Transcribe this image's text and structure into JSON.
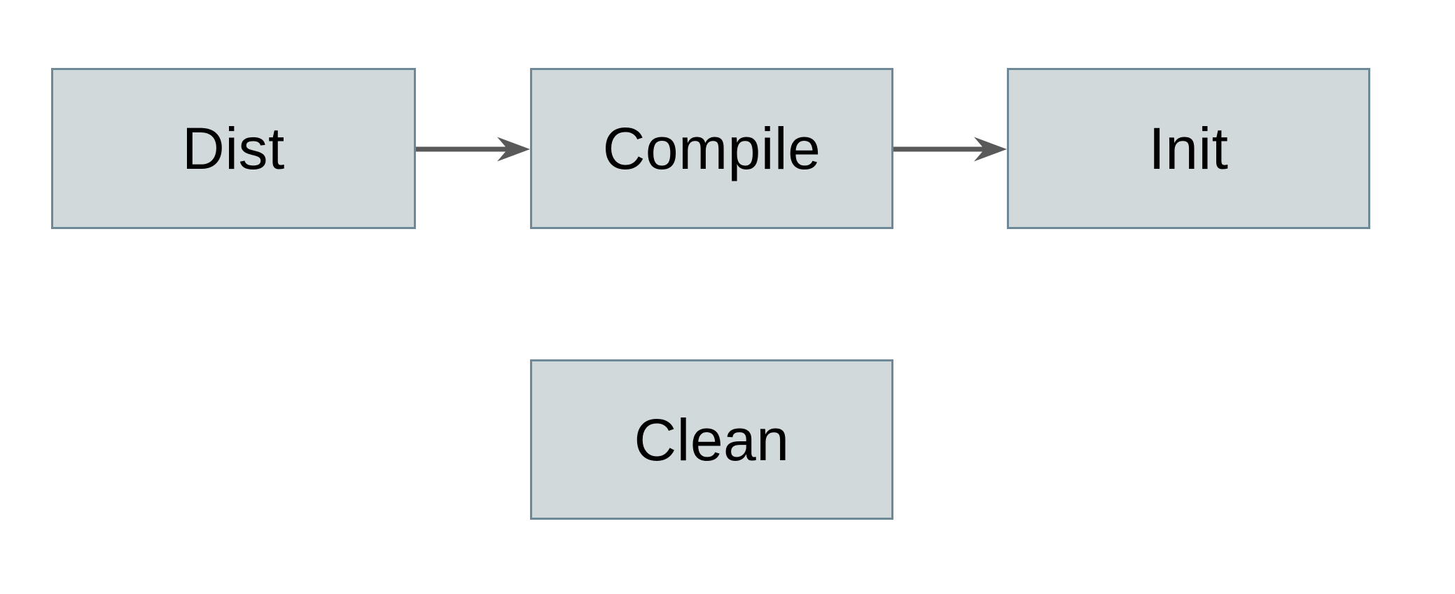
{
  "diagram": {
    "nodes": [
      {
        "id": "dist",
        "label": "Dist"
      },
      {
        "id": "compile",
        "label": "Compile"
      },
      {
        "id": "init",
        "label": "Init"
      },
      {
        "id": "clean",
        "label": "Clean"
      }
    ],
    "edges": [
      {
        "from": "dist",
        "to": "compile"
      },
      {
        "from": "compile",
        "to": "init"
      }
    ],
    "colors": {
      "node_fill": "#d2d9db",
      "node_border": "#6d8998",
      "arrow": "#595959",
      "background": "#ffffff",
      "text": "#000000"
    }
  }
}
